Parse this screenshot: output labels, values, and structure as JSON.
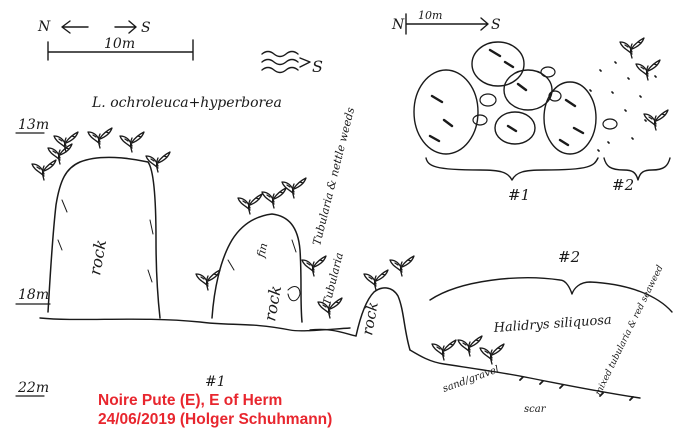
{
  "compass_left": {
    "north": "N",
    "south": "S"
  },
  "scale_left": {
    "label": "10m"
  },
  "current_marker": {
    "label": "S"
  },
  "title": "L. ochroleuca+hyperborea",
  "depths": [
    "13m",
    "18m",
    "22m"
  ],
  "rock_labels": [
    "rock",
    "rock",
    "rock"
  ],
  "annotations": {
    "tubularia_nettle": "Tubularia & nettle weeds",
    "tubularia": "Tubularia",
    "halidrys": "Halidrys siliquosa",
    "sand_gravel": "sand/gravel",
    "scar": "scar",
    "mixed": "mixed tubularia & red seaweed",
    "fin": "fin"
  },
  "sections": {
    "one": "#1",
    "two": "#2",
    "two_profile": "#2",
    "one_profile": "#1"
  },
  "plan_view": {
    "north": "N",
    "scale": "10m",
    "south": "S"
  },
  "caption": {
    "line1": "Noire Pute (E), E of Herm",
    "line2": "24/06/2019 (Holger Schuhmann)"
  },
  "colors": {
    "ink": "#1a1a1a",
    "caption": "#e8262e"
  }
}
